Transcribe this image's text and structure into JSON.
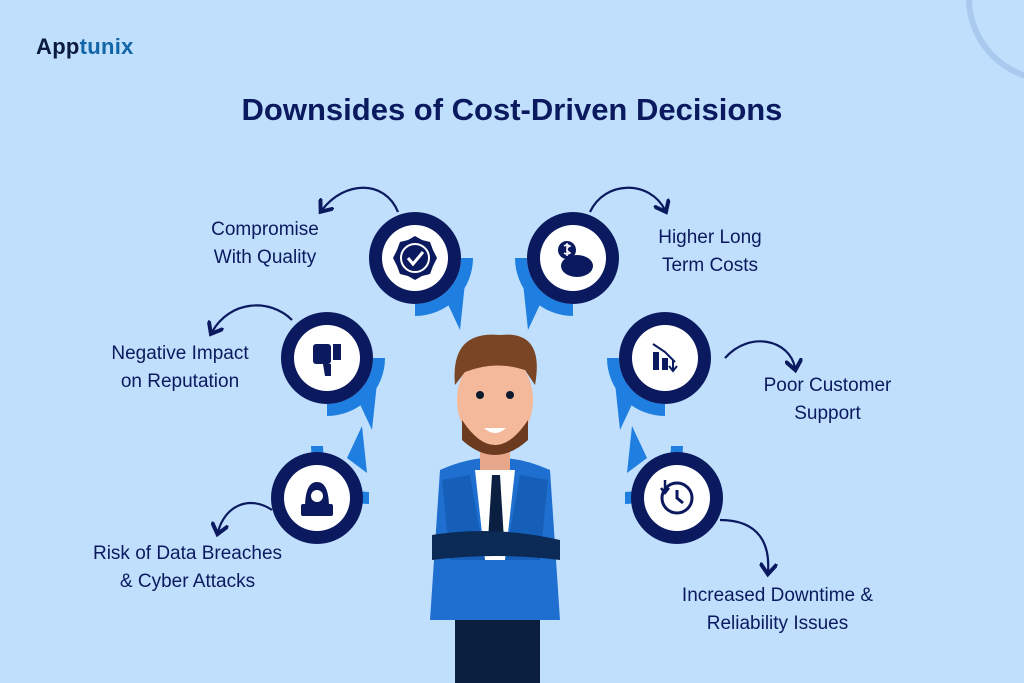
{
  "brand": {
    "logo_a": "App",
    "logo_b": "tunix"
  },
  "title": "Downsides of Cost-Driven Decisions",
  "items": [
    {
      "line1": "Compromise",
      "line2": "With Quality",
      "icon": "quality-badge-icon"
    },
    {
      "line1": "Higher Long",
      "line2": "Term Costs",
      "icon": "piggy-bank-icon"
    },
    {
      "line1": "Negative Impact",
      "line2": "on Reputation",
      "icon": "thumbs-down-icon"
    },
    {
      "line1": "Poor Customer",
      "line2": "Support",
      "icon": "declining-chart-icon"
    },
    {
      "line1": "Risk of Data Breaches",
      "line2": "& Cyber Attacks",
      "icon": "hacker-icon"
    },
    {
      "line1": "Increased Downtime &",
      "line2": "Reliability Issues",
      "icon": "downtime-clock-icon"
    }
  ],
  "colors": {
    "background": "#bfdffd",
    "navy": "#0b1a5e",
    "accent": "#1e7fe0"
  }
}
